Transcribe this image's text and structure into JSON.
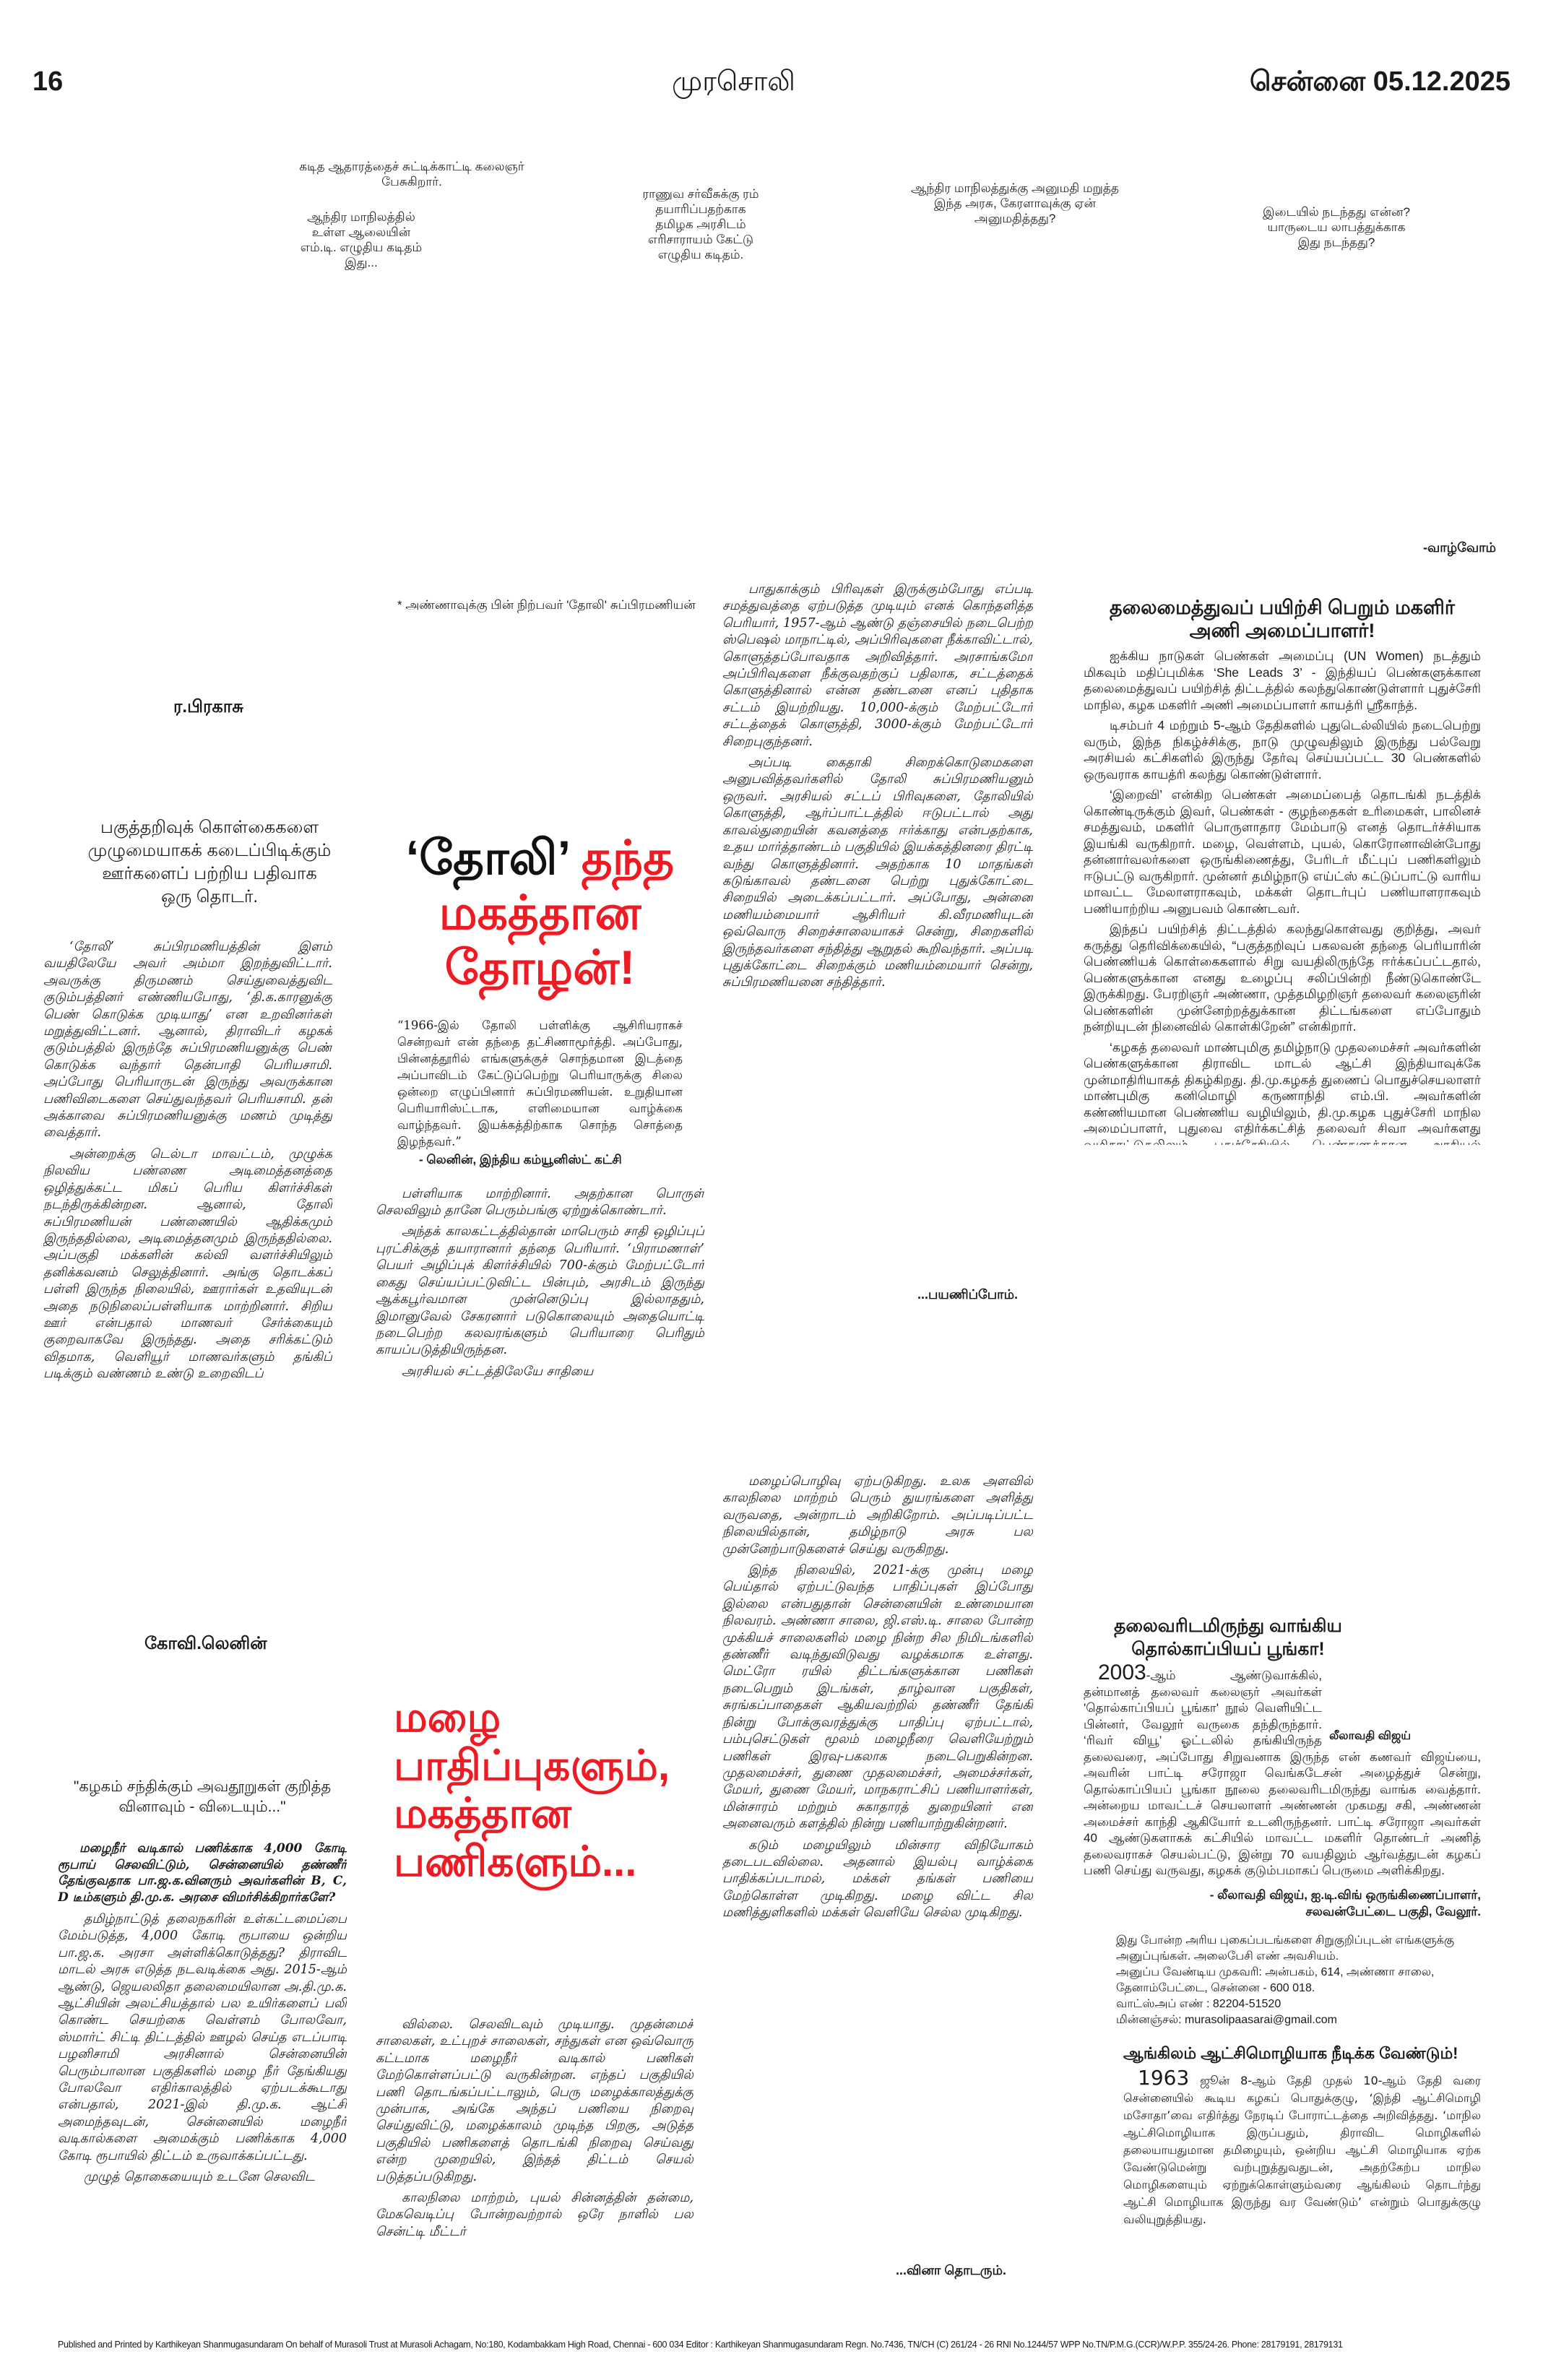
{
  "header": {
    "page_number": "16",
    "masthead": "முரசொலி",
    "date": "சென்னை 05.12.2025"
  },
  "captions": [
    "கடித ஆதாரத்தைச் சுட்டிக்காட்டி கலைஞர் பேசுகிறார்.",
    "ஆந்திர மாநிலத்தில் உள்ள ஆலையின் எம்.டி. எழுதிய கடிதம் இது...",
    "ராணுவ சர்வீசுக்கு ரம் தயாரிப்பதற்காக தமிழக அரசிடம் எரிசாராயம் கேட்டு எழுதிய கடிதம்.",
    "ஆந்திர மாநிலத்துக்கு அனுமதி மறுத்த இந்த அரசு, கேரளாவுக்கு ஏன் அனுமதித்தது?",
    "இடையில் நடந்தது என்ன? யாருடைய லாபத்துக்காக இது நடந்தது?"
  ],
  "series_sign_off": "-வாழ்வோம்",
  "dholi": {
    "photo_caption": "* அண்ணாவுக்கு பின் நிற்பவர் 'தோலி' சுப்பிரமணியன்",
    "author": "ர.பிரகாசு",
    "intro": "பகுத்தறிவுக் கொள்கைகளை முழுமையாகக் கடைப்பிடிக்கும் ஊர்களைப் பற்றிய பதிவாக ஒரு தொடர்.",
    "headline_black": "‘தோலி’",
    "headline_red1": "தந்த",
    "headline_red2": "மகத்தான தோழன்!",
    "col1": [
      "‘தோலி’ சுப்பிரமணியத்தின் இளம் வயதிலேயே அவர் அம்மா இறந்துவிட்டார். அவருக்கு திருமணம் செய்துவைத்துவிட குடும்பத்தினர் எண்ணியபோது, ‘தி.க.காரனுக்கு பெண் கொடுக்க முடியாது’ என உறவினர்கள் மறுத்துவிட்டனர். ஆனால், திராவிடர் கழகக் குடும்பத்தில் இருந்தே சுப்பிரமணியனுக்கு பெண் கொடுக்க வந்தார் தென்பாதி பெரியசாமி. அப்போது பெரியாருடன் இருந்து அவருக்கான பணிவிடைகளை செய்துவந்தவர் பெரியசாமி. தன் அக்காவை சுப்பிரமணியனுக்கு மணம் முடித்து வைத்தார்.",
      "அன்றைக்கு டெல்டா மாவட்டம், முழுக்க நிலவிய பண்ணை அடிமைத்தனத்தை ஒழித்துக்கட்ட மிகப் பெரிய கிளர்ச்சிகள் நடந்திருக்கின்றன. ஆனால், தோலி சுப்பிரமணியன் பண்ணையில் ஆதிக்கமும் இருந்ததில்லை, அடிமைத்தனமும் இருந்ததில்லை. அப்பகுதி மக்களின் கல்வி வளர்ச்சியிலும் தனிக்கவனம் செலுத்தினார். அங்கு தொடக்கப் பள்ளி இருந்த நிலையில், ஊரார்கள் உதவியுடன் அதை நடுநிலைப்பள்ளியாக மாற்றினார். சிறிய ஊர் என்பதால் மாணவர் சேர்க்கையும் குறைவாகவே இருந்தது. அதை சரிக்கட்டும் விதமாக, வெளியூர் மாணவர்களும் தங்கிப் படிக்கும் வண்ணம் உண்டு உறைவிடப்"
    ],
    "quote": "“1966-இல் தோலி பள்ளிக்கு ஆசிரியராகச் சென்றவர் என் தந்தை தட்சிணாமூர்த்தி. அப்போது, பின்னத்தூரில் எங்களுக்குச் சொந்தமான இடத்தை அப்பாவிடம் கேட்டுப்பெற்று பெரியாருக்கு சிலை ஒன்றை எழுப்பினார் சுப்பிரமணியன். உறுதியான பெரியாரிஸ்ட்டாக, எளிமையான வாழ்க்கை வாழ்ந்தவர். இயக்கத்திற்காக சொந்த சொத்தை இழந்தவர்.”",
    "quote_source": "- லெனின், இந்திய கம்யூனிஸ்ட் கட்சி",
    "col2": [
      "பள்ளியாக மாற்றினார். அதற்கான பொருள் செலவிலும் தானே பெரும்பங்கு ஏற்றுக்கொண்டார்.",
      "அந்தக் காலகட்டத்தில்தான் மாபெரும் சாதி ஒழிப்புப் புரட்சிக்குத் தயாரானார் தந்தை பெரியார். ‘பிராமணாள்’ பெயர் அழிப்புக் கிளர்ச்சியில் 700-க்கும் மேற்பட்டோர் கைது செய்யப்பட்டுவிட்ட பின்பும், அரசிடம் இருந்து ஆக்கபூர்வமான முன்னெடுப்பு இல்லாததும், இமானுவேல் சேகரனார் படுகொலையும் அதையொட்டி நடைபெற்ற கலவரங்களும் பெரியாரை பெரிதும் காயப்படுத்தியிருந்தன.",
      "அரசியல் சட்டத்திலேயே சாதியை"
    ],
    "col3": [
      "பாதுகாக்கும் பிரிவுகள் இருக்கும்போது எப்படி சமத்துவத்தை ஏற்படுத்த முடியும் எனக் கொந்தளித்த பெரியார், 1957-ஆம் ஆண்டு தஞ்சையில் நடைபெற்ற ஸ்பெஷல் மாநாட்டில், அப்பிரிவுகளை நீக்காவிட்டால், கொளுத்தப்போவதாக அறிவித்தார். அரசாங்கமோ அப்பிரிவுகளை நீக்குவதற்குப் பதிலாக, சட்டத்தைக் கொளுத்தினால் என்ன தண்டனை எனப் புதிதாக சட்டம் இயற்றியது. 10,000-க்கும் மேற்பட்டோர் சட்டத்தைக் கொளுத்தி, 3000-க்கும் மேற்பட்டோர் சிறைபுகுந்தனர்.",
      "அப்படி கைதாகி சிறைக்கொடுமைகளை அனுபவித்தவர்களில் தோலி சுப்பிரமணியனும் ஒருவர். அரசியல் சட்டப் பிரிவுகளை, தோலியில் கொளுத்தி, ஆர்ப்பாட்டத்தில் ஈடுபட்டால் அது காவல்துறையின் கவனத்தை ஈர்க்காது என்பதற்காக, உதய மார்த்தாண்டம் பகுதியில் இயக்கத்தினரை திரட்டி வந்து கொளுத்தினார். அதற்காக 10 மாதங்கள் கடுங்காவல் தண்டனை பெற்று புதுக்கோட்டை சிறையில் அடைக்கப்பட்டார். அப்போது, அன்னை மணியம்மையார் ஆசிரியர் கி.வீரமணியுடன் ஒவ்வொரு சிறைச்சாலையாகச் சென்று, சிறைகளில் இருந்தவர்களை சந்தித்து ஆறுதல் கூறிவந்தார். அப்படி புதுக்கோட்டை சிறைக்கும் மணியம்மையார் சென்று, சுப்பிரமணியனை சந்தித்தார்."
    ],
    "continued": "...பயணிப்போம்."
  },
  "she_leads": {
    "headline": "தலைமைத்துவப் பயிற்சி பெறும் மகளிர் அணி அமைப்பாளர்!",
    "paragraphs": [
      "ஐக்கிய நாடுகள் பெண்கள் அமைப்பு (UN Women) நடத்தும் மிகவும் மதிப்புமிக்க ‘She Leads 3’ - இந்தியப் பெண்களுக்கான தலைமைத்துவப் பயிற்சித் திட்டத்தில் கலந்துகொண்டுள்ளார் புதுச்சேரி மாநில, கழக மகளிர் அணி அமைப்பாளர் காயத்ரி ஸ்ரீகாந்த்.",
      "டிசம்பர் 4 மற்றும் 5-ஆம் தேதிகளில் புதுடெல்லியில் நடைபெற்று வரும், இந்த நிகழ்ச்சிக்கு, நாடு முழுவதிலும் இருந்து பல்வேறு அரசியல் கட்சிகளில் இருந்து தேர்வு செய்யப்பட்ட 30 பெண்களில் ஒருவராக காயத்ரி கலந்து கொண்டுள்ளார்.",
      "‘இறைவி’ என்கிற பெண்கள் அமைப்பைத் தொடங்கி நடத்திக் கொண்டிருக்கும் இவர், பெண்கள் - குழந்தைகள் உரிமைகள், பாலினச் சமத்துவம், மகளிர் பொருளாதார மேம்பாடு எனத் தொடர்ச்சியாக இயங்கி வருகிறார். மழை, வெள்ளம், புயல், கொரோனாவின்போது தன்னார்வலர்களை ஒருங்கிணைத்து, பேரிடர் மீட்புப் பணிகளிலும் ஈடுபட்டு வருகிறார். முன்னர் தமிழ்நாடு எய்ட்ஸ் கட்டுப்பாட்டு வாரிய மாவட்ட மேலாளராகவும், மக்கள் தொடர்புப் பணியாளராகவும் பணியாற்றிய அனுபவம் கொண்டவர்.",
      "இந்தப் பயிற்சித் திட்டத்தில் கலந்துகொள்வது குறித்து, அவர் கருத்து தெரிவிக்கையில், “பகுத்தறிவுப் பகலவன் தந்தை பெரியாரின் பெண்ணியக் கொள்கைகளால் சிறு வயதிலிருந்தே ஈர்க்கப்பட்டதால், பெண்களுக்கான எனது உழைப்பு சலிப்பின்றி நீண்டுகொண்டே இருக்கிறது. பேரறிஞர் அண்ணா, முத்தமிழறிஞர் தலைவர் கலைஞரின் பெண்களின் முன்னேற்றத்துக்கான திட்டங்களை எப்போதும் நன்றியுடன் நினைவில் கொள்கிறேன்” என்கிறார்.",
      "‘கழகத் தலைவர் மாண்புமிகு தமிழ்நாடு முதலமைச்சர் அவர்களின் பெண்களுக்கான திராவிட மாடல் ஆட்சி இந்தியாவுக்கே முன்மாதிரியாகத் திகழ்கிறது. தி.மு.கழகத் துணைப் பொதுச்செயலாளர் மாண்புமிகு கனிமொழி கருணாநிதி எம்.பி. அவர்களின் கண்ணியமான பெண்ணிய வழியிலும், தி.மு.கழக புதுச்சேரி மாநில அமைப்பாளர், புதுவை எதிர்க்கட்சித் தலைவர் சிவா அவர்களது வழிகாட்டுதலிலும், புதுச்சேரியில் பெண்களுக்கான அரசியல் வெளியை, நமது திராவிடக் கொள்கைகள் மூலம் தொடர்ந்து பரப்புவேன். புதுச்சேரியிலும் கழக ஆட்சி அமைந்திட அயராது உழைப்பேன்’ என தனது சமூக வலைதளப் பக்கத்தில் காயத்ரி ஸ்ரீகாந்த் பதிவிட்டுள்ளார்."
    ]
  },
  "rain": {
    "author": "கோவி.லெனின்",
    "headline_line1": "மழை பாதிப்புகளும்,",
    "headline_line2": "மகத்தான பணிகளும்...",
    "series_title": "\"கழகம் சந்திக்கும் அவதூறுகள் குறித்த வினாவும் - விடையும்...\"",
    "question": "மழைநீர் வடிகால் பணிக்காக 4,000 கோடி ரூபாய் செலவிட்டும், சென்னையில் தண்ணீர் தேங்குவதாக பா.ஜ.க.வினரும் அவர்களின் B, C, D டீம்களும் தி.மு.க. அரசை விமர்சிக்கிறார்களே?",
    "col1": [
      "தமிழ்நாட்டுத் தலைநகரின் உள்கட்டமைப்பை மேம்படுத்த, 4,000 கோடி ரூபாயை ஒன்றிய பா.ஜ.க. அரசா அள்ளிக்கொடுத்தது? திராவிட மாடல் அரசு எடுத்த நடவடிக்கை அது. 2015-ஆம் ஆண்டு, ஜெயலலிதா தலைமையிலான அ.தி.மு.க. ஆட்சியின் அலட்சியத்தால் பல உயிர்களைப் பலி கொண்ட செயற்கை வெள்ளம் போலவோ, ஸ்மார்ட் சிட்டி திட்டத்தில் ஊழல் செய்த எடப்பாடி பழனிசாமி அரசினால் சென்னையின் பெரும்பாலான பகுதிகளில் மழை நீர் தேங்கியது போலவோ எதிர்காலத்தில் ஏற்படக்கூடாது என்பதால், 2021-இல் தி.மு.க. ஆட்சி அமைந்தவுடன், சென்னையில் மழைநீர் வடிகால்களை அமைக்கும் பணிக்காக 4,000 கோடி ரூபாயில் திட்டம் உருவாக்கப்பட்டது.",
      "முழுத் தொகையையும் உடனே செலவிட"
    ],
    "col2": [
      "வில்லை. செலவிடவும் முடியாது. முதன்மைச் சாலைகள், உட்புறச் சாலைகள், சந்துகள் என ஒவ்வொரு கட்டமாக மழைநீர் வடிகால் பணிகள் மேற்கொள்ளப்பட்டு வருகின்றன. எந்தப் பகுதியில் பணி தொடங்கப்பட்டாலும், பெரு மழைக்காலத்துக்கு முன்பாக, அங்கே அந்தப் பணியை நிறைவு செய்துவிட்டு, மழைக்காலம் முடிந்த பிறகு, அடுத்த பகுதியில் பணிகளைத் தொடங்கி நிறைவு செய்வது என்ற முறையில், இந்தத் திட்டம் செயல் படுத்தப்படுகிறது.",
      "காலநிலை மாற்றம், புயல் சின்னத்தின் தன்மை, மேகவெடிப்பு போன்றவற்றால் ஒரே நாளில் பல சென்ட்டி மீட்டர்"
    ],
    "col3": [
      "மழைப்பொழிவு ஏற்படுகிறது. உலக அளவில் காலநிலை மாற்றம் பெரும் துயரங்களை அளித்து வருவதை, அன்றாடம் அறிகிறோம். அப்படிப்பட்ட நிலையில்தான், தமிழ்நாடு அரசு பல முன்னேற்பாடுகளைச் செய்து வருகிறது.",
      "இந்த நிலையில், 2021-க்கு முன்பு மழை பெய்தால் ஏற்பட்டுவந்த பாதிப்புகள் இப்போது இல்லை என்பதுதான் சென்னையின் உண்மையான நிலவரம். அண்ணா சாலை, ஜி.எஸ்.டி. சாலை போன்ற முக்கியச் சாலைகளில் மழை நின்ற சில நிமிடங்களில் தண்ணீர் வடிந்துவிடுவது வழக்கமாக உள்ளது. மெட்ரோ ரயில் திட்டங்களுக்கான பணிகள் நடைபெறும் இடங்கள், தாழ்வான பகுதிகள், சுரங்கப்பாதைகள் ஆகியவற்றில் தண்ணீர் தேங்கி நின்று போக்குவரத்துக்கு பாதிப்பு ஏற்பட்டால், பம்புசெட்டுகள் மூலம் மழைநீரை வெளியேற்றும் பணிகள் இரவு-பகலாக நடைபெறுகின்றன. முதலமைச்சர், துணை முதலமைச்சர், அமைச்சர்கள், மேயர், துணை மேயர், மாநகராட்சிப் பணியாளர்கள், மின்சாரம் மற்றும் சுகாதாரத் துறையினர் என அனைவரும் களத்தில் நின்று பணியாற்றுகின்றனர்.",
      "கடும் மழையிலும் மின்சார விநியோகம் தடைபடவில்லை. அதனால் இயல்பு வாழ்க்கை பாதிக்கப்படாமல், மக்கள் தங்கள் பணியை மேற்கொள்ள முடிகிறது. மழை விட்ட சில மணித்துளிகளில் மக்கள் வெளியே செல்ல முடிகிறது."
    ],
    "continued": "...வினா தொடரும்."
  },
  "tholkappiya": {
    "headline": "தலைவரிடமிருந்து வாங்கிய தொல்காப்பியப் பூங்கா!",
    "photo_caption": "லீலாவதி விஜய்",
    "lead_number": "2003",
    "paragraph": "-ஆம் ஆண்டுவாக்கில், தன்மானத் தலைவர் கலைஞர் அவர்கள் 'தொல்காப்பியப் பூங்கா' நூல் வெளியிட்ட பின்னர், வேலூர் வருகை தந்திருந்தார். ‘ரிவர் வியூ’ ஓட்டலில் தங்கியிருந்த தலைவரை, அப்போது சிறுவனாக இருந்த என் கணவர் விஜய்யை, அவரின் பாட்டி சரோஜா வெங்கடேசன் அழைத்துச் சென்று, தொல்காப்பியப் பூங்கா நூலை தலைவரிடமிருந்து வாங்க வைத்தார். அன்றைய மாவட்டச் செயலாளர் அண்ணன் முகமது சகி, அண்ணன் அமைச்சர் காந்தி ஆகியோர் உடனிருந்தனர். பாட்டி சரோஜா அவர்கள் 40 ஆண்டுகளாகக் கட்சியில் மாவட்ட மகளிர் தொண்டர் அணித் தலைவராகச் செயல்பட்டு, இன்று 70 வயதிலும் ஆர்வத்துடன் கழகப் பணி செய்து வருவது, கழகக் குடும்பமாகப் பெருமை அளிக்கிறது.",
    "signature_line1": "- லீலாவதி விஜய், ஐ.டி.விங் ஒருங்கிணைப்பாளர்,",
    "signature_line2": "சலவன்பேட்டை பகுதி, வேலூர்."
  },
  "submission_box": {
    "intro": "இது போன்ற அரிய புகைப்படங்களை சிறுகுறிப்புடன் எங்களுக்கு அனுப்புங்கள். அலைபேசி எண் அவசியம்.",
    "address": "அனுப்ப வேண்டிய முகவரி: அன்பகம், 614, அண்ணா சாலை, தேனாம்பேட்டை, சென்னை - 600 018.",
    "whatsapp": "வாட்ஸ்அப் எண் : 82204-51520",
    "email": "மின்னஞ்சல்: murasolipaasarai@gmail.com"
  },
  "english_official": {
    "headline": "ஆங்கிலம் ஆட்சிமொழியாக நீடிக்க வேண்டும்!",
    "lead_number": "1963",
    "paragraph": " ஜூன் 8-ஆம் தேதி முதல் 10-ஆம் தேதி வரை சென்னையில் கூடிய கழகப் பொதுக்குழு, ‘இந்தி ஆட்சிமொழி மசோதா’வை எதிர்த்து நேரடிப் போராட்டத்தை அறிவித்தது. ‘மாநில ஆட்சிமொழியாக இருப்பதும், திராவிட மொழிகளில் தலையாயதுமான தமிழையும், ஒன்றிய ஆட்சி மொழியாக ஏற்க வேண்டுமென்று வற்புறுத்துவதுடன், அதற்கேற்ப மாநில மொழிகளையும் ஏற்றுக்கொள்ளும்வரை ஆங்கிலம் தொடர்ந்து ஆட்சி மொழியாக இருந்து வர வேண்டும்’ என்றும் பொதுக்குழு வலியுறுத்தியது."
  },
  "footer": "Published and Printed by Karthikeyan Shanmugasundaram On behalf of Murasoli Trust at Murasoli Achagam, No:180, Kodambakkam High Road, Chennai - 600 034 Editor : Karthikeyan Shanmugasundaram Regn. No.7436, TN/CH (C) 261/24 - 26 RNI No.1244/57 WPP No.TN/P.M.G.(CCR)/W.P.P. 355/24-26. Phone: 28179191, 28179131"
}
